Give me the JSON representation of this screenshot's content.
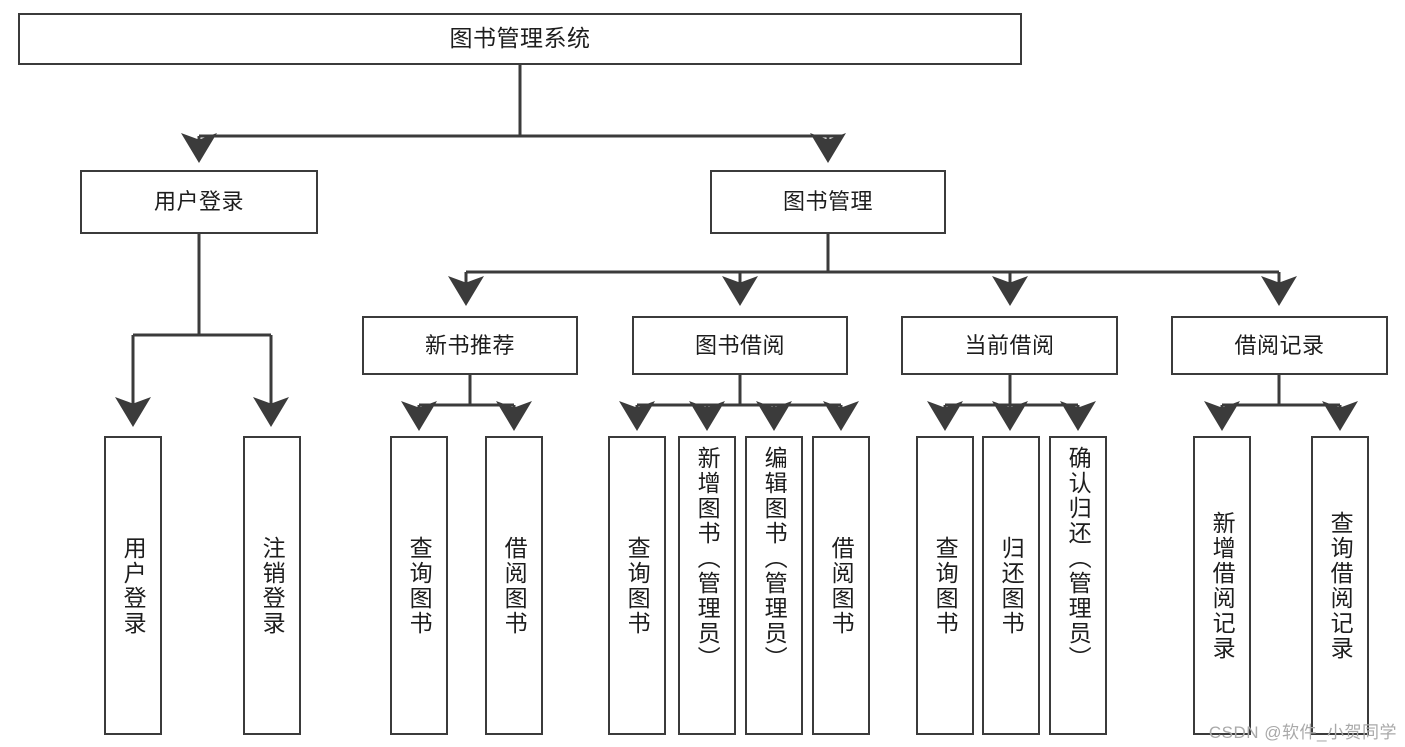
{
  "diagram": {
    "title": "图书管理系统",
    "watermark": "CSDN @软件_小贺同学",
    "colors": {
      "border": "#3b3b3b",
      "text": "#1d1d1d",
      "background": "#ffffff",
      "watermark": "#a9a9a9"
    },
    "nodes": {
      "root": {
        "label": "图书管理系统"
      },
      "level2": [
        {
          "label": "用户登录"
        },
        {
          "label": "图书管理"
        }
      ],
      "level3": [
        {
          "label": "新书推荐"
        },
        {
          "label": "图书借阅"
        },
        {
          "label": "当前借阅"
        },
        {
          "label": "借阅记录"
        }
      ],
      "leaves": {
        "user_login": [
          {
            "label": "用户登录"
          },
          {
            "label": "注销登录"
          }
        ],
        "new_book": [
          {
            "label": "查询图书"
          },
          {
            "label": "借阅图书"
          }
        ],
        "borrow_book": [
          {
            "label": "查询图书"
          },
          {
            "label": "新增图书（管理员）"
          },
          {
            "label": "编辑图书（管理员）"
          },
          {
            "label": "借阅图书"
          }
        ],
        "current_borrow": [
          {
            "label": "查询图书"
          },
          {
            "label": "归还图书"
          },
          {
            "label": "确认归还（管理员）"
          }
        ],
        "borrow_record": [
          {
            "label": "新增借阅记录"
          },
          {
            "label": "查询借阅记录"
          }
        ]
      }
    }
  }
}
